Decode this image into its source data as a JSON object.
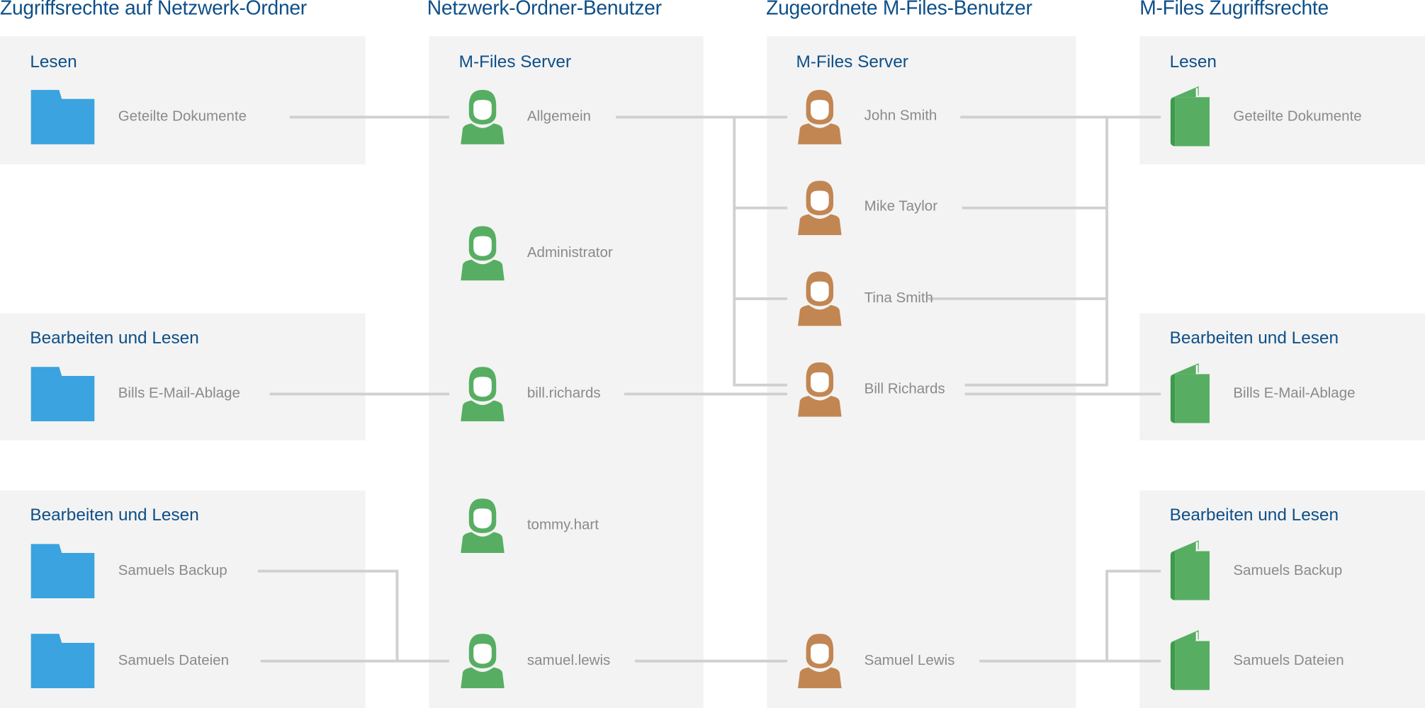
{
  "headers": [
    "Zugriffsrechte auf Netzwerk-Ordner",
    "Netzwerk-Ordner-Benutzer",
    "Zugeordnete M-Files-Benutzer",
    "M-Files Zugriffsrechte"
  ],
  "colors": {
    "title": "#0e4f88",
    "label": "#8a8a8a",
    "panel": "#f3f3f3",
    "folder": "#3aa3e0",
    "network_user": "#57ae62",
    "mfiles_user": "#c28653",
    "book": "#57ae62",
    "line": "#d0d0d0"
  },
  "network_folders": {
    "groups": [
      {
        "title": "Lesen",
        "items": [
          "Geteilte Dokumente"
        ]
      },
      {
        "title": "Bearbeiten und Lesen",
        "items": [
          "Bills E-Mail-Ablage"
        ]
      },
      {
        "title": "Bearbeiten und Lesen",
        "items": [
          "Samuels Backup",
          "Samuels Dateien"
        ]
      }
    ]
  },
  "network_users": {
    "title": "M-Files Server",
    "items": [
      "Allgemein",
      "Administrator",
      "bill.richards",
      "tommy.hart",
      "samuel.lewis"
    ]
  },
  "mfiles_users": {
    "title": "M-Files Server",
    "items": [
      "John Smith",
      "Mike Taylor",
      "Tina Smith",
      "Bill Richards",
      "Samuel Lewis"
    ]
  },
  "mfiles_rights": {
    "groups": [
      {
        "title": "Lesen",
        "items": [
          "Geteilte Dokumente"
        ]
      },
      {
        "title": "Bearbeiten und Lesen",
        "items": [
          "Bills E-Mail-Ablage"
        ]
      },
      {
        "title": "Bearbeiten und Lesen",
        "items": [
          "Samuels Backup",
          "Samuels Dateien"
        ]
      }
    ]
  }
}
